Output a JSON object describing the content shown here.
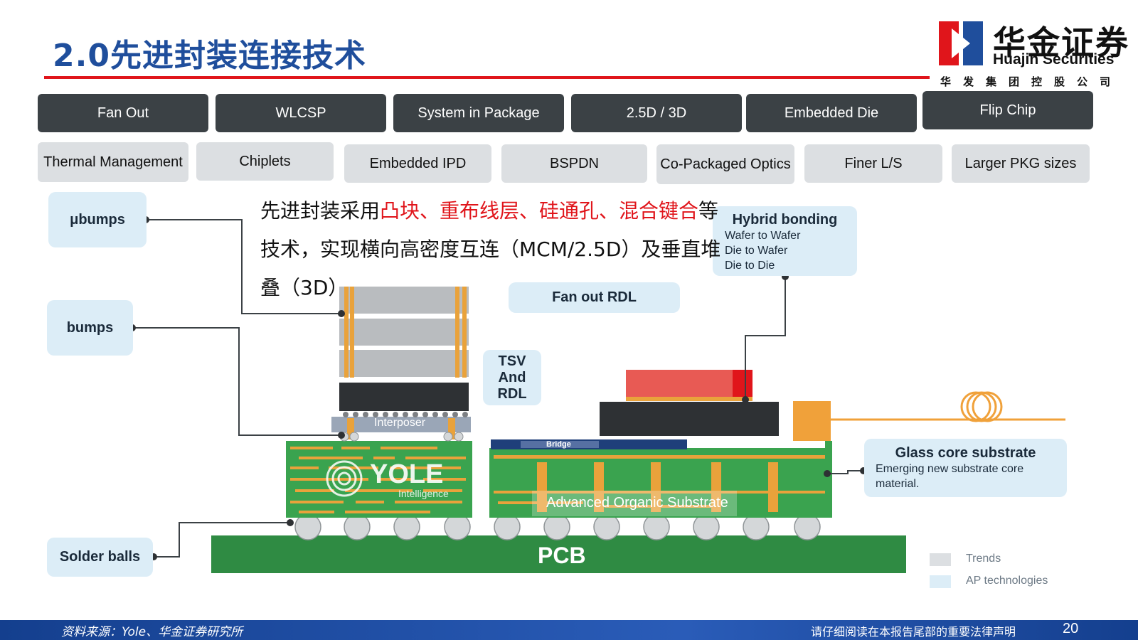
{
  "header": {
    "title": "2.0先进封装连接技术",
    "logo_cn": "华金证券",
    "logo_en": "Huajin Securities",
    "logo_sub": "华发集团控股公司"
  },
  "trends_row1": [
    "Fan Out",
    "WLCSP",
    "System in Package",
    "2.5D / 3D",
    "Embedded Die",
    "Flip Chip"
  ],
  "trends_row2": [
    "Thermal Management",
    "Chiplets",
    "Embedded IPD",
    "BSPDN",
    "Co-Packaged Optics",
    "Finer L/S",
    "Larger PKG sizes"
  ],
  "description": {
    "part1": "先进封装采用",
    "highlight": "凸块、重布线层、硅通孔、混合键合",
    "part2": "等技术，实现横向高密度互连（MCM/2.5D）及垂直堆叠（3D）"
  },
  "callouts": {
    "ubumps": "μbumps",
    "bumps": "bumps",
    "solder_balls": "Solder balls",
    "fan_out_rdl": "Fan out RDL",
    "tsv_rdl": [
      "TSV",
      "And",
      "RDL"
    ],
    "hybrid_title": "Hybrid bonding",
    "hybrid_items": [
      "Wafer to Wafer",
      "Die to Wafer",
      "Die to Die"
    ],
    "glass_title": "Glass core substrate",
    "glass_desc": "Emerging new substrate core material."
  },
  "diagram": {
    "interposer": "Interposer",
    "bridge": "Bridge",
    "watermark": "YOLE",
    "watermark_sub": "Intelligence",
    "substrate": "Advanced Organic Substrate",
    "pcb": "PCB"
  },
  "legend": {
    "trends": "Trends",
    "ap": "AP technologies",
    "trends_color": "#dcdfe2",
    "ap_color": "#dcedf7"
  },
  "footer": {
    "source": "资料来源：Yole、华金证券研究所",
    "disclaimer": "请仔细阅读在本报告尾部的重要法律声明",
    "page": "20"
  }
}
